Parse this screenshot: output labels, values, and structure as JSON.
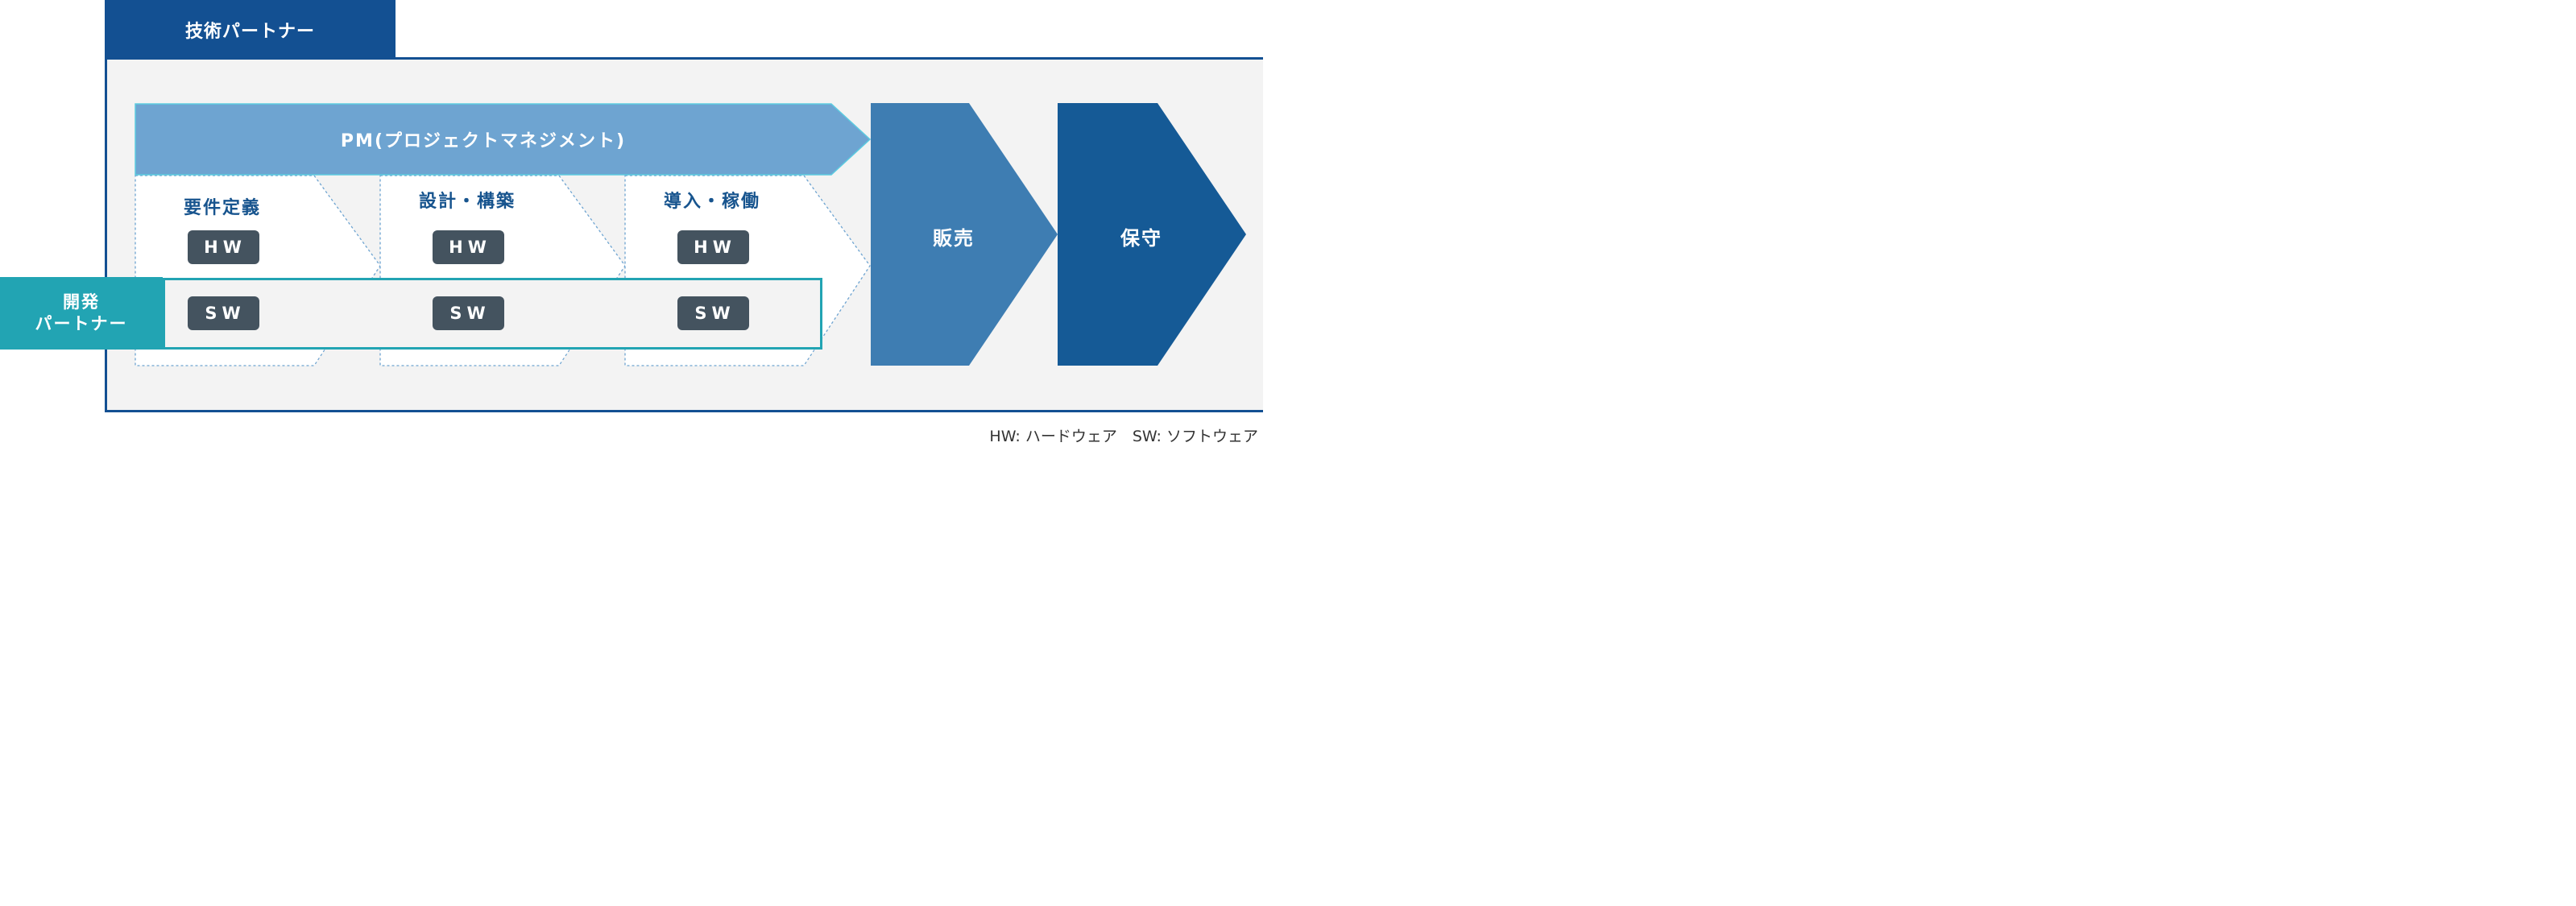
{
  "tech_partner": {
    "label": "技術パートナー"
  },
  "pm": {
    "label": "PM(プロジェクトマネジメント)"
  },
  "phases": [
    {
      "title": "要件定義",
      "hw": "HW",
      "sw": "SW"
    },
    {
      "title": "設計・構築",
      "hw": "HW",
      "sw": "SW"
    },
    {
      "title": "導入・稼働",
      "hw": "HW",
      "sw": "SW"
    }
  ],
  "dev_partner": {
    "line1": "開発",
    "line2": "パートナー"
  },
  "sales": {
    "label": "販売"
  },
  "maintenance": {
    "label": "保守"
  },
  "legend": {
    "text": "HW: ハードウェア　SW: ソフトウェア"
  },
  "colors": {
    "navy": "#135092",
    "pm_blue": "#6ea4d1",
    "sales_blue": "#3e7db2",
    "maintenance_blue": "#155a96",
    "teal": "#22a4b3",
    "pill_gray": "#44535f",
    "title_blue": "#17548e"
  }
}
